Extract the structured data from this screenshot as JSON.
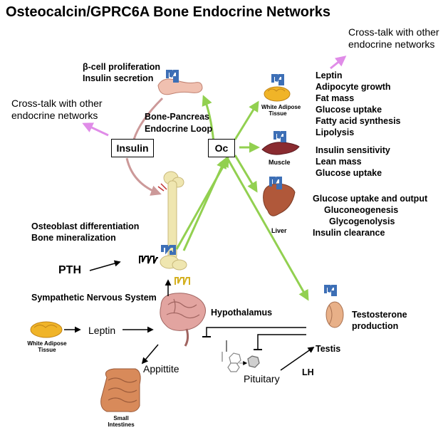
{
  "title": "Osteocalcin/GPRC6A Bone Endocrine Networks",
  "pancreas": {
    "effects": [
      "β-cell proliferation",
      "Insulin secretion"
    ],
    "loop_label": [
      "Bone-Pancreas",
      "Endocrine Loop"
    ]
  },
  "crosstalk_left": [
    "Cross-talk with other",
    "endocrine networks"
  ],
  "crosstalk_right": [
    "Cross-talk with other",
    "endocrine networks"
  ],
  "insulin_box": "Insulin",
  "oc_box": "Oc",
  "white_adipose": {
    "label": [
      "White Adipose",
      "Tissue"
    ],
    "effects": [
      "Leptin",
      "Adipocyte growth",
      "Fat mass",
      "Glucose uptake",
      "Fatty acid synthesis",
      "Lipolysis"
    ]
  },
  "muscle": {
    "label": "Muscle",
    "effects": [
      "Insulin sensitivity",
      "Lean mass",
      "Glucose uptake"
    ]
  },
  "liver": {
    "label": "Liver",
    "effects": [
      "Glucose uptake and output",
      "Gluconeogenesis",
      "Glycogenolysis",
      "Insulin clearance"
    ]
  },
  "osteoblast": [
    "Osteoblast differentiation",
    "Bone mineralization"
  ],
  "pth": "PTH",
  "sympathetic": "Sympathetic Nervous System",
  "hypothalamus": "Hypothalamus",
  "testis": {
    "effects": [
      "Testosterone",
      "production"
    ],
    "label": "Testis"
  },
  "adipose_bottom": {
    "label": [
      "White Adipose",
      "Tissue"
    ],
    "leptin": "Leptin"
  },
  "appetite": "Appittite",
  "small_intestines": [
    "Small",
    "Intestines"
  ],
  "pituitary": "Pituitary",
  "lh": "LH",
  "colors": {
    "green_arrow": "#92d050",
    "pink_arrow": "#cc9999",
    "violet_arrow": "#e08ce8",
    "receptor_blue": "#3d6fb6",
    "bone": "#efe6b0",
    "pancreas": "#f0c0b0",
    "adipose": "#f0b428",
    "muscle": "#8a2b30",
    "liver": "#b0583a",
    "brain": "#e2a4a0",
    "intestine": "#d88a5a",
    "testis": "#e8b088"
  }
}
